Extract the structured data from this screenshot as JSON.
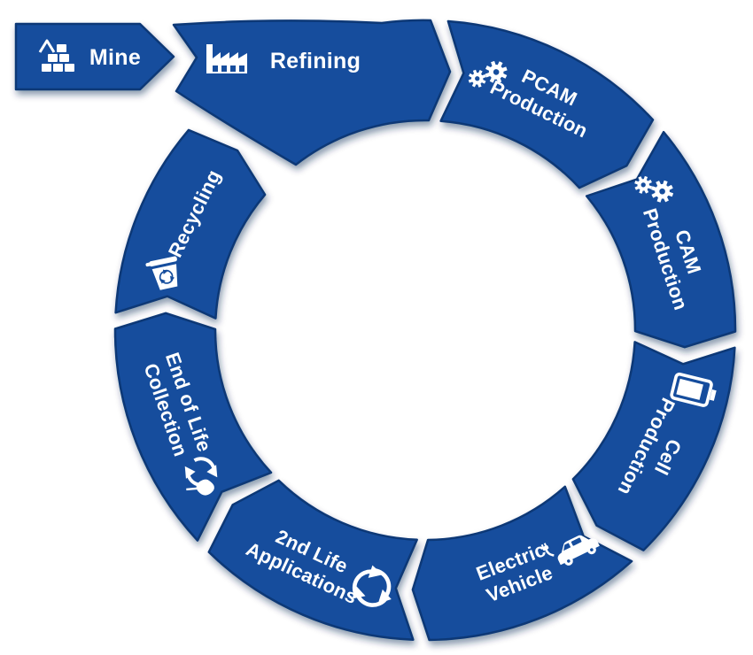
{
  "diagram": {
    "type": "circular-flow",
    "direction": "clockwise",
    "steps": [
      "Mine",
      "Refining",
      "PCAM Production",
      "CAM Production",
      "Cell Production",
      "Electric Vehicle",
      "2nd Life Applications",
      "End of Life Collection",
      "Recycling"
    ],
    "colors": {
      "segment": "#134D9D",
      "border": "#0A3876",
      "label": "#FFFFFF"
    },
    "labels": {
      "mine": {
        "text": "Mine",
        "icon": "ore-stack-icon"
      },
      "refining": {
        "text": "Refining",
        "icon": "factory-icon"
      },
      "pcam": {
        "line1": "PCAM",
        "line2": "Production",
        "icon": "gears-icon"
      },
      "cam": {
        "line1": "CAM",
        "line2": "Production",
        "icon": "gears-icon"
      },
      "cell": {
        "line1": "Cell",
        "line2": "Production",
        "icon": "battery-icon"
      },
      "ev": {
        "line1": "Electric",
        "line2": "Vehicle",
        "icon": "ev-car-icon"
      },
      "second_life": {
        "line1": "2nd Life",
        "line2": "Applications",
        "icon": "recycle-arrows-icon"
      },
      "eol": {
        "line1": "End of Life",
        "line2": "Collection",
        "icon": "recycle-leaf-icon"
      },
      "recycling": {
        "text": "Recycling",
        "icon": "recycle-bin-icon"
      }
    }
  }
}
